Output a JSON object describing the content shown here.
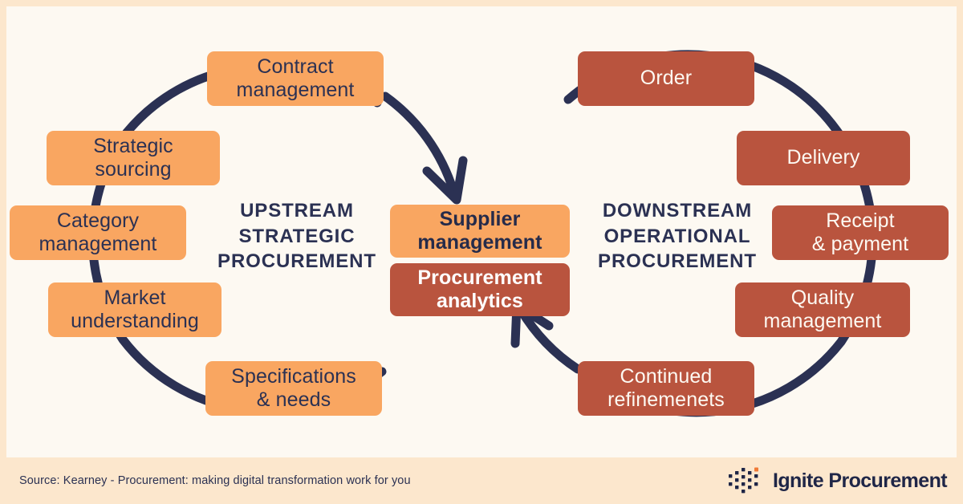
{
  "colors": {
    "page_background": "#fce7cd",
    "stage_background": "#fdf9f2",
    "upstream_box": "#f9a661",
    "downstream_box": "#b9543e",
    "arc_navy": "#2b3153",
    "text_dark": "#2b3153",
    "text_light": "#fdf9f2",
    "logo_accent": "#f07a36"
  },
  "upstream": {
    "caption": "UPSTREAM\nSTRATEGIC\nPROCUREMENT",
    "nodes": [
      {
        "label": "Contract\nmanagement"
      },
      {
        "label": "Strategic\nsourcing"
      },
      {
        "label": "Category\nmanagement"
      },
      {
        "label": "Market\nunderstanding"
      },
      {
        "label": "Specifications\n& needs"
      }
    ]
  },
  "downstream": {
    "caption": "DOWNSTREAM\nOPERATIONAL\nPROCUREMENT",
    "nodes": [
      {
        "label": "Order"
      },
      {
        "label": "Delivery"
      },
      {
        "label": "Receipt\n& payment"
      },
      {
        "label": "Quality\nmanagement"
      },
      {
        "label": "Continued\nrefinemenets"
      }
    ]
  },
  "center": {
    "supplier_management": "Supplier\nmanagement",
    "procurement_analytics": "Procurement\nanalytics"
  },
  "footer": {
    "source": "Source: Kearney - Procurement: making digital transformation work for you",
    "brand_name": "Ignite Procurement"
  }
}
